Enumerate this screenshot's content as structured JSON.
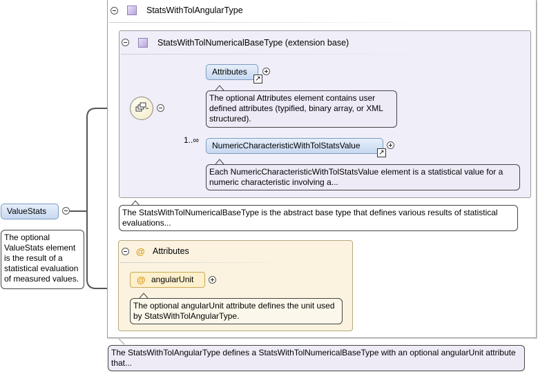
{
  "diagram": {
    "root_element": {
      "name": "ValueStats",
      "doc": "The optional ValueStats element is the result of a statistical evaluation of measured values."
    },
    "outer_type": {
      "title": "StatsWithTolAngularType",
      "doc": "The StatsWithTolAngularType defines a StatsWithTolNumericalBaseType with an optional angularUnit attribute that..."
    },
    "base_type": {
      "title": "StatsWithTolNumericalBaseType (extension base)",
      "doc": "The StatsWithTolNumericalBaseType is the abstract base type that defines various results of statistical evaluations..."
    },
    "children": [
      {
        "name": "Attributes",
        "doc": "The optional Attributes element contains user defined attributes (typified, binary array, or XML structured)."
      },
      {
        "name": "NumericCharacteristicWithTolStatsValue",
        "cardinality": "1..∞",
        "doc": "Each NumericCharacteristicWithTolStatsValue element is a statistical value for a numeric characteristic involving a..."
      }
    ],
    "attributes_group": {
      "at_symbol": "@",
      "title": "Attributes",
      "attribute": {
        "name": "angularUnit",
        "doc": "The optional angularUnit attribute defines the unit used by StatsWithTolAngularType."
      }
    },
    "colors": {
      "element_fill": "#c7d8f0",
      "type_fill": "#f0eef8",
      "attribute_fill": "#fbf3e0",
      "doc_fill": "#eeebf7"
    }
  }
}
